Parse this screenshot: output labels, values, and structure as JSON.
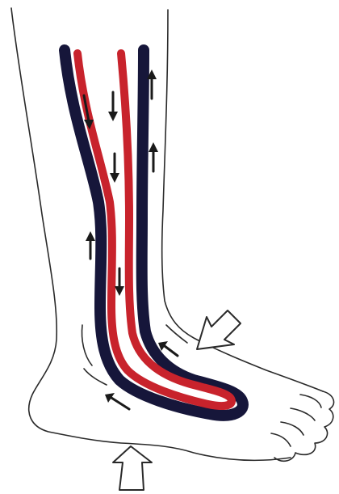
{
  "colors": {
    "outline": "#2a2a2a",
    "deep_vein": "#16163a",
    "artery": "#c8232c",
    "flow_arrow": "#1a1a1a",
    "pressure_arrow_fill": "#ffffff"
  },
  "vessels": [
    {
      "name": "deep-vein",
      "color_key": "deep_vein"
    },
    {
      "name": "artery",
      "color_key": "artery"
    }
  ],
  "flow_arrows": [
    {
      "name": "flow-arrow-down",
      "direction": "down"
    },
    {
      "name": "flow-arrow-up",
      "direction": "up"
    }
  ],
  "pressure_arrows": [
    {
      "name": "pressure-arrow-dorsum",
      "icon": "hollow-arrow-icon"
    },
    {
      "name": "pressure-arrow-sole",
      "icon": "hollow-arrow-icon"
    }
  ]
}
